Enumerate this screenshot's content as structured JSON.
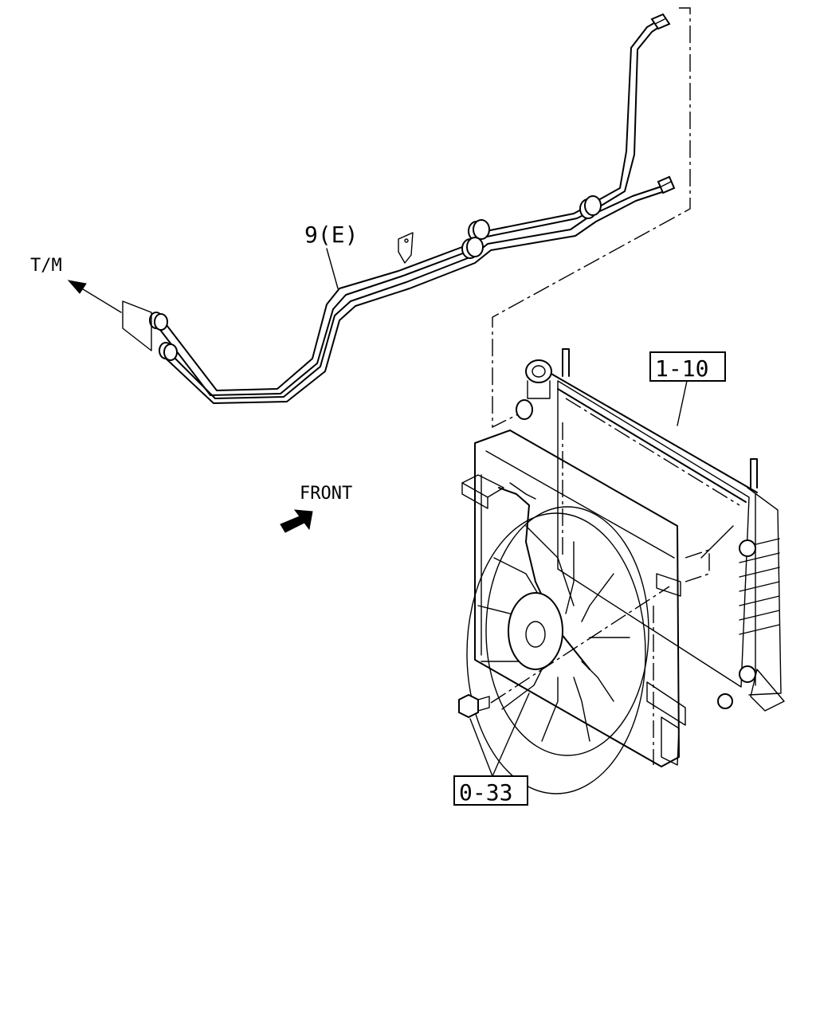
{
  "labels": {
    "line_assembly": "9(E)",
    "to_transmission": "T/M",
    "front_direction": "FRONT",
    "radiator_ref": "1-10",
    "bolt_ref": "0-33"
  }
}
